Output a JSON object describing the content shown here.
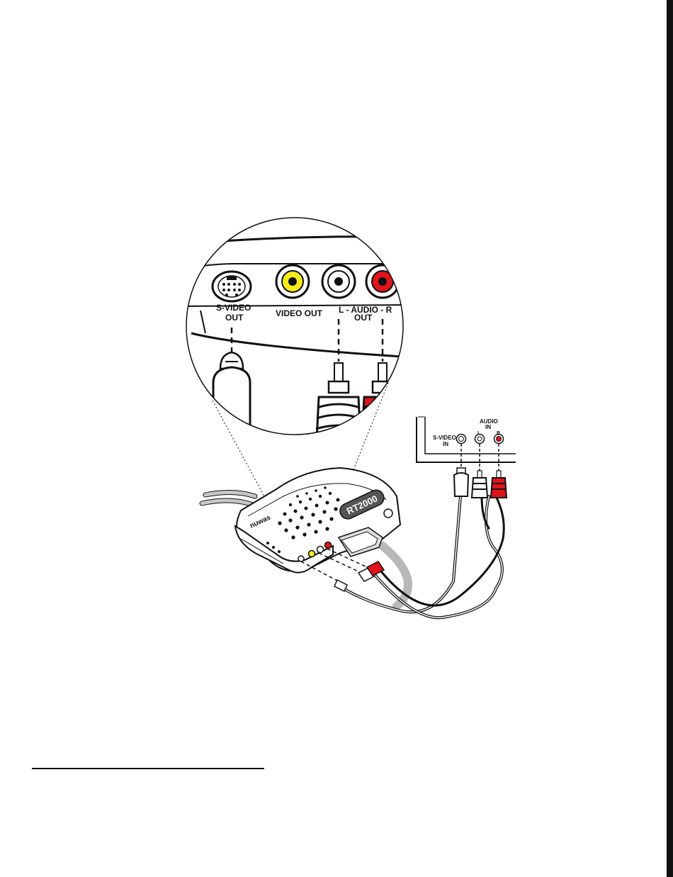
{
  "colors": {
    "yellow": "#f7ec1b",
    "red": "#e0141b",
    "white": "#ffffff",
    "ink": "#111111",
    "cable_gray": "#b8b8b8"
  },
  "zoom_panel": {
    "svideo_label_line1": "S-VIDEO",
    "svideo_label_line2": "OUT",
    "video_out_label": "VIDEO OUT",
    "audio_label_line1": "L - AUDIO - R",
    "audio_label_line2": "OUT"
  },
  "device": {
    "badge_text": "RT2000",
    "brand_text": "nuwas"
  },
  "tv_panel": {
    "svideo_label_line1": "S-VIDEO",
    "svideo_label_line2": "IN",
    "audio_label_line1": "AUDIO",
    "audio_label_line2": "IN",
    "audio_left": "L",
    "audio_right": "R"
  }
}
